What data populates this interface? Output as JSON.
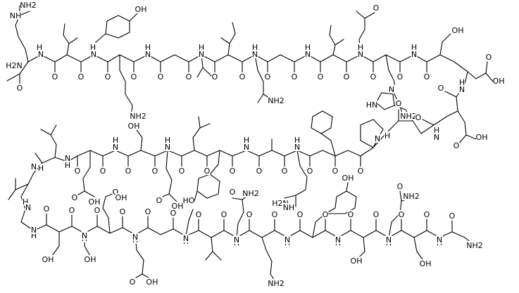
{
  "atom_labels": {
    "nh": "NH",
    "nh2": "NH2",
    "h2n": "H2N",
    "n": "N",
    "h": "H",
    "o": "O",
    "oh": "OH",
    "ho": "HO",
    "hn": "HN"
  }
}
